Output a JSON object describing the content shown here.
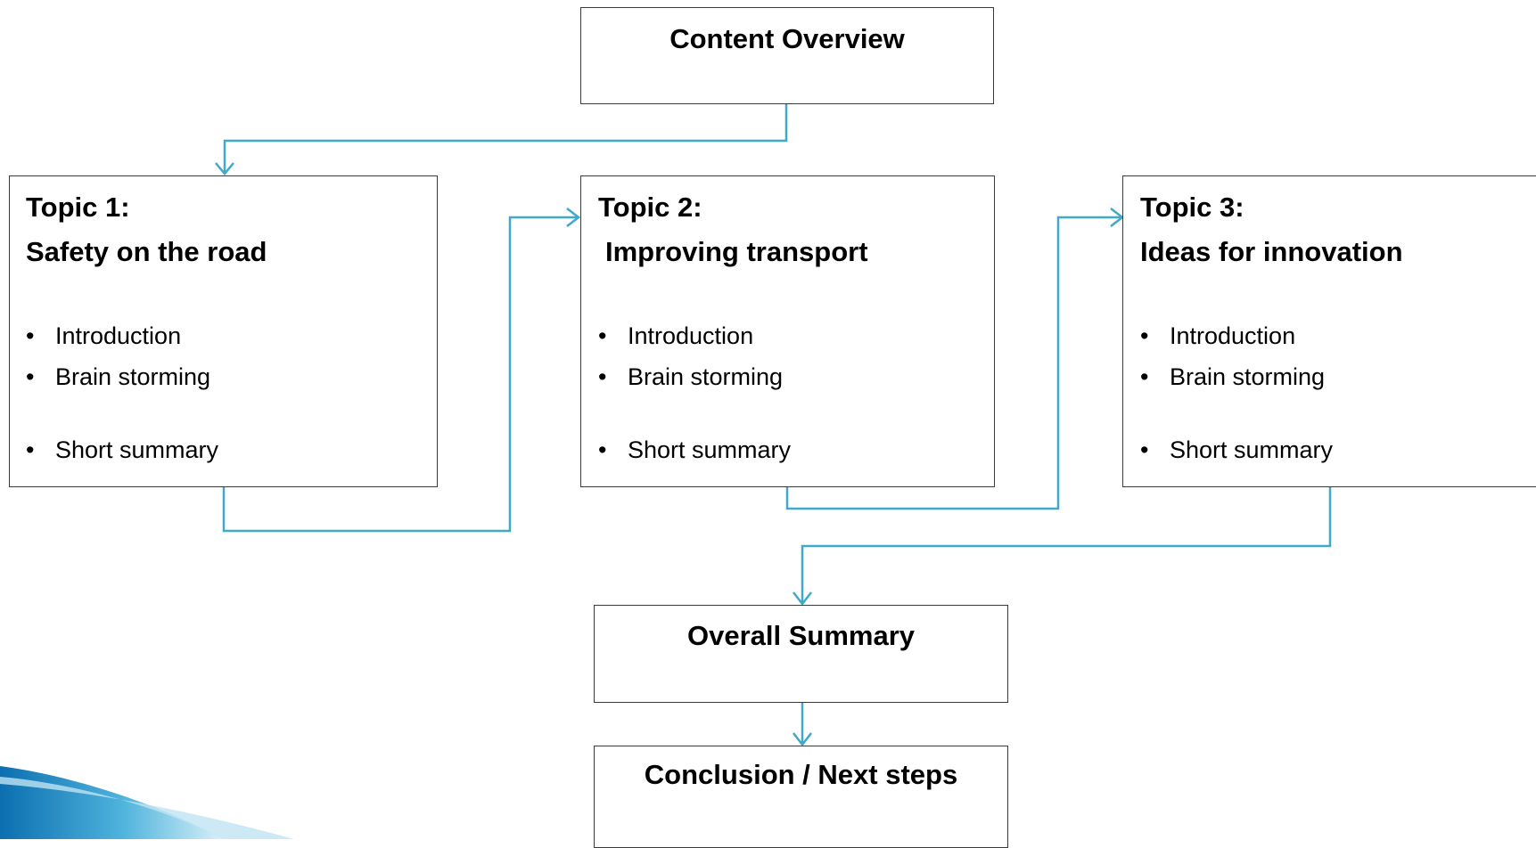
{
  "overview": {
    "title": "Content Overview"
  },
  "topics": [
    {
      "heading": "Topic 1:",
      "subtitle": "Safety on the road",
      "bullets": [
        "Introduction",
        "Brain storming",
        "Short summary"
      ]
    },
    {
      "heading": "Topic 2:",
      "subtitle": "Improving transport",
      "bullets": [
        "Introduction",
        "Brain storming",
        "Short summary"
      ]
    },
    {
      "heading": "Topic 3:",
      "subtitle": "Ideas for innovation",
      "bullets": [
        "Introduction",
        "Brain storming",
        "Short summary"
      ]
    }
  ],
  "summary": {
    "title": "Overall Summary"
  },
  "conclusion": {
    "title": "Conclusion / Next steps"
  },
  "bullet_glyph": "•",
  "colors": {
    "connector": "#3fa9c8",
    "box_border": "#3a3a3a",
    "swoosh_dark": "#0b6fb0",
    "swoosh_light": "#bfe4f2"
  }
}
